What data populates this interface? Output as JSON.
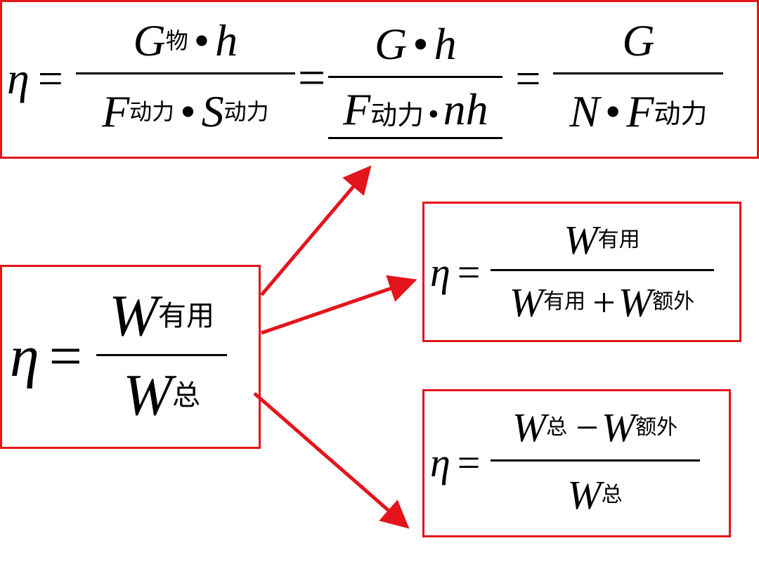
{
  "colors": {
    "frame": "#e3141b",
    "arrow": "#e3141b",
    "text": "#000000"
  },
  "top_box": {
    "eta": "η",
    "eq1": "=",
    "eq2": "=",
    "eq3": "=",
    "f1": {
      "num": {
        "G": "G",
        "G_sub": "物",
        "dot": "•",
        "h": "h"
      },
      "den": {
        "F": "F",
        "F_sub": "动力",
        "dot": "•",
        "S": "S",
        "S_sub": "动力"
      }
    },
    "f2": {
      "num": {
        "G": "G",
        "dot": "•",
        "h": "h"
      },
      "den": {
        "F": "F",
        "F_sub": "动力",
        "dot": "•",
        "nh": "nh"
      }
    },
    "f3": {
      "num": {
        "G": "G"
      },
      "den": {
        "N": "N",
        "dot": "•",
        "F": "F",
        "F_sub": "动力"
      }
    }
  },
  "left_box": {
    "eta": "η",
    "eq": "=",
    "num": {
      "W": "W",
      "sub": "有用"
    },
    "den": {
      "W": "W",
      "sub": "总"
    }
  },
  "right_top_box": {
    "eta": "η",
    "eq": "=",
    "num": {
      "W": "W",
      "sub": "有用"
    },
    "den": {
      "W1": "W",
      "sub1": "有用",
      "plus": "+",
      "W2": "W",
      "sub2": "额外"
    }
  },
  "right_bottom_box": {
    "eta": "η",
    "eq": "=",
    "num": {
      "W1": "W",
      "sub1": "总",
      "minus": "−",
      "W2": "W",
      "sub2": "额外"
    },
    "den": {
      "W": "W",
      "sub": "总"
    }
  },
  "arrows": [
    "arrow-to-top-formula",
    "arrow-to-useful-plus-extra",
    "arrow-to-total-minus-extra"
  ]
}
